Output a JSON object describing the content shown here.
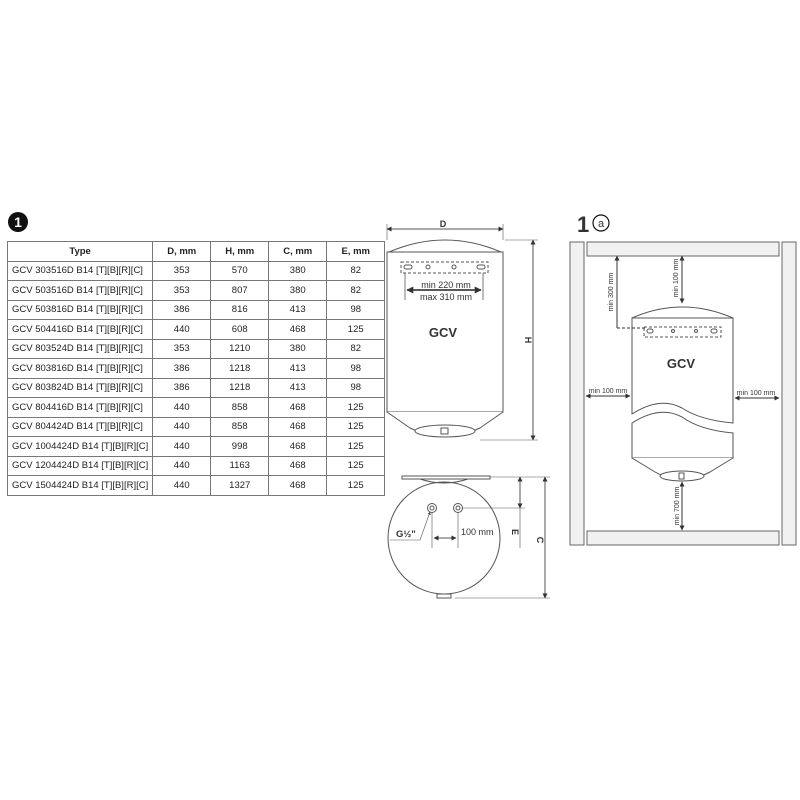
{
  "section_number": "1",
  "table": {
    "headers": [
      "Type",
      "D, mm",
      "H, mm",
      "C, mm",
      "E, mm"
    ],
    "rows": [
      [
        "GCV  303516D B14 [T][B][R][C]",
        "353",
        "570",
        "380",
        "82"
      ],
      [
        "GCV  503516D B14 [T][B][R][C]",
        "353",
        "807",
        "380",
        "82"
      ],
      [
        "GCV  503816D B14 [T][B][R][C]",
        "386",
        "816",
        "413",
        "98"
      ],
      [
        "GCV  504416D B14 [T][B][R][C]",
        "440",
        "608",
        "468",
        "125"
      ],
      [
        "GCV  803524D B14 [T][B][R][C]",
        "353",
        "1210",
        "380",
        "82"
      ],
      [
        "GCV  803816D B14 [T][B][R][C]",
        "386",
        "1218",
        "413",
        "98"
      ],
      [
        "GCV  803824D B14 [T][B][R][C]",
        "386",
        "1218",
        "413",
        "98"
      ],
      [
        "GCV  804416D B14 [T][B][R][C]",
        "440",
        "858",
        "468",
        "125"
      ],
      [
        "GCV  804424D B14 [T][B][R][C]",
        "440",
        "858",
        "468",
        "125"
      ],
      [
        "GCV 1004424D B14 [T][B][R][C]",
        "440",
        "998",
        "468",
        "125"
      ],
      [
        "GCV 1204424D B14 [T][B][R][C]",
        "440",
        "1163",
        "468",
        "125"
      ],
      [
        "GCV 1504424D B14 [T][B][R][C]",
        "440",
        "1327",
        "468",
        "125"
      ]
    ]
  },
  "front_view": {
    "d_label": "D",
    "h_label": "H",
    "bracket_min": "min 220 mm",
    "bracket_max": "max 310 mm",
    "brand": "GCV"
  },
  "bottom_view": {
    "thread": "G½\"",
    "spacing": "100 mm",
    "e_label": "E",
    "c_label": "C"
  },
  "installation": {
    "section_number": "1",
    "section_letter": "a",
    "brand": "GCV",
    "top_bracket": "min 300 mm",
    "top_clearance": "min 100 mm",
    "left_clearance": "min 100 mm",
    "right_clearance": "min 100 mm",
    "bottom_clearance": "min 700 mm"
  }
}
